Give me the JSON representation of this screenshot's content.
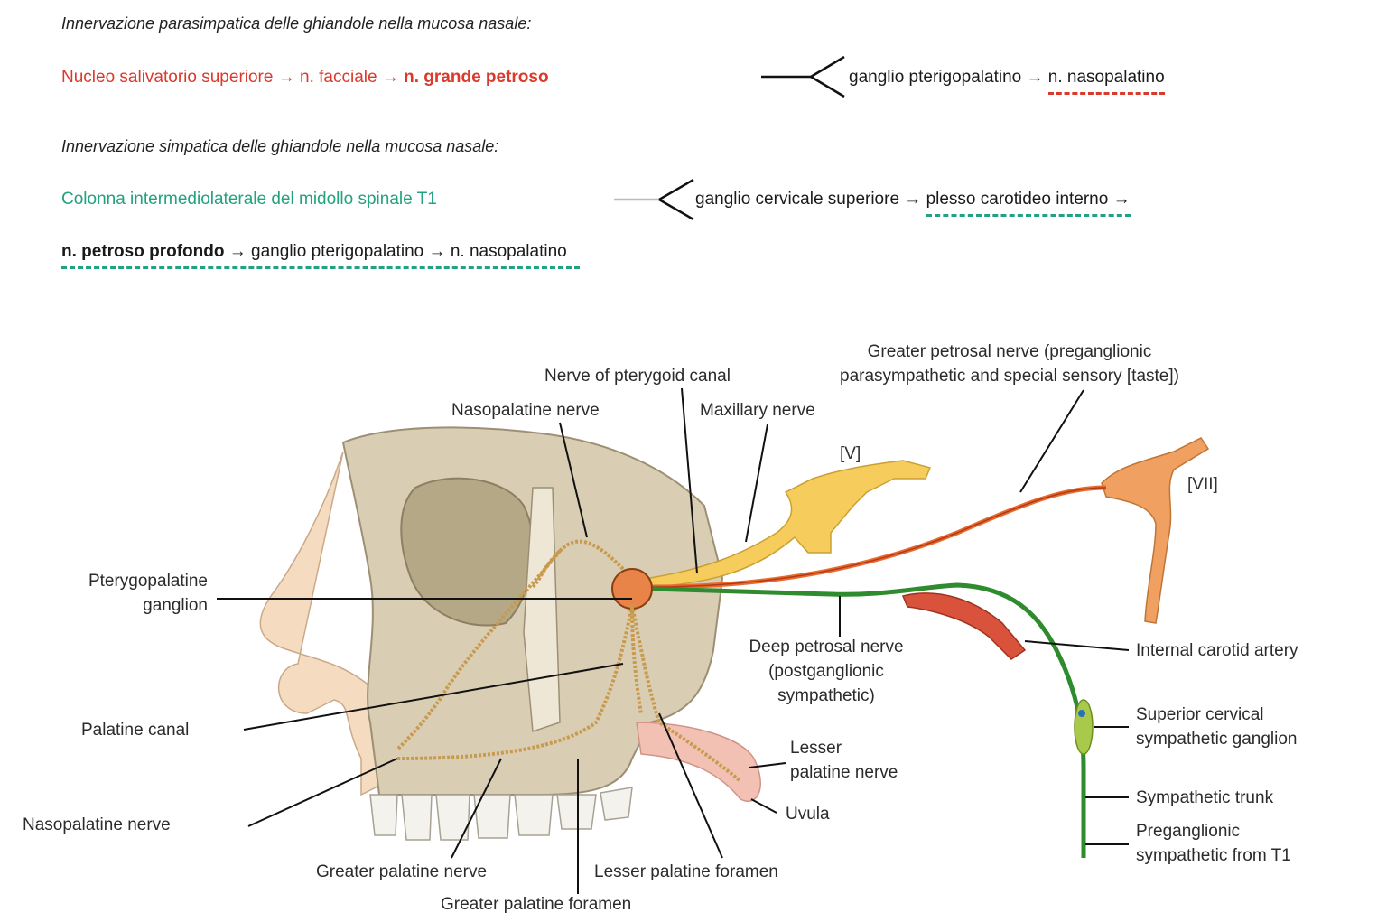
{
  "notes": {
    "para_heading": "Innervazione parasimpatica delle ghiandole nella mucosa nasale:",
    "para_chain": {
      "nucleus": "Nucleo salivatorio superiore",
      "facial": "n. facciale",
      "greater_petrosal": "n. grande petroso",
      "ganglion": "ganglio pterigopalatino",
      "nasopalatine": "n. nasopalatino",
      "arrow": "→"
    },
    "symp_heading": "Innervazione simpatica delle ghiandole nella mucosa nasale:",
    "symp_chain": {
      "column": "Colonna intermediolaterale del midollo spinale T1",
      "cervical_ganglion": "ganglio cervicale superiore",
      "carotid_plexus": "plesso carotideo interno",
      "deep_petrosal": "n. petroso profondo",
      "ganglion": "ganglio pterigopalatino",
      "nasopalatine": "n. nasopalatino",
      "arrow": "→"
    }
  },
  "figure": {
    "labels": {
      "greater_petrosal_line1": "Greater petrosal nerve (preganglionic",
      "greater_petrosal_line2": "parasympathetic and special sensory [taste])",
      "nerve_pterygoid_canal": "Nerve of pterygoid canal",
      "nasopalatine_top": "Nasopalatine nerve",
      "maxillary": "Maxillary nerve",
      "cn_v": "[V]",
      "cn_vii": "[VII]",
      "pterygopalatine_line1": "Pterygopalatine",
      "pterygopalatine_line2": "ganglion",
      "deep_petrosal_line1": "Deep petrosal nerve",
      "deep_petrosal_line2": "(postganglionic",
      "deep_petrosal_line3": "sympathetic)",
      "internal_carotid": "Internal carotid artery",
      "palatine_canal": "Palatine canal",
      "sup_cervical_line1": "Superior cervical",
      "sup_cervical_line2": "sympathetic ganglion",
      "lesser_palatine_nerve_line1": "Lesser",
      "lesser_palatine_nerve_line2": "palatine nerve",
      "sympathetic_trunk": "Sympathetic trunk",
      "uvula": "Uvula",
      "nasopalatine_bottom": "Nasopalatine nerve",
      "preganglionic_line1": "Preganglionic",
      "preganglionic_line2": "sympathetic from T1",
      "greater_palatine_nerve": "Greater palatine nerve",
      "lesser_palatine_foramen": "Lesser palatine foramen",
      "greater_palatine_foramen": "Greater palatine foramen"
    },
    "colors": {
      "parasympathetic": "#d93a2b",
      "sympathetic": "#22a27e",
      "sympathetic_nerve": "#2e8b2e",
      "trigeminal": "#f2c14e",
      "facial": "#f0a060",
      "bone": "#d9cdb4",
      "skin": "#f5dcc0",
      "artery": "#d9533c"
    }
  }
}
